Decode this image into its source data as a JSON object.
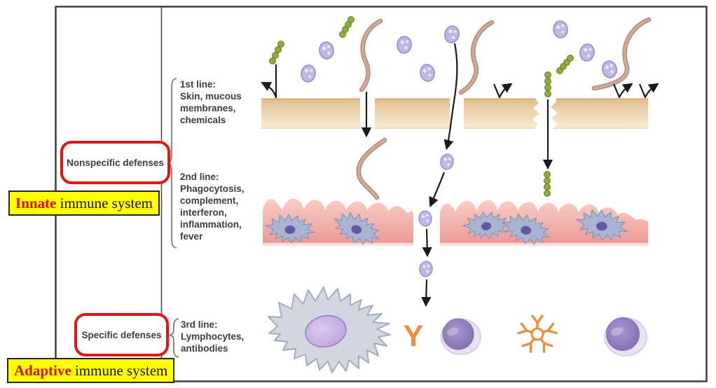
{
  "figure": {
    "defense_boxes": {
      "nonspecific": "Nonspecific defenses",
      "specific": "Specific defenses"
    },
    "system_labels": {
      "innate": {
        "highlight": "Innate",
        "rest": " immune system"
      },
      "adaptive": {
        "highlight": "Adaptive",
        "rest": " immune system"
      }
    },
    "lines": {
      "first": {
        "title": "1st line:",
        "items": [
          "Skin, mucous",
          "membranes,",
          "chemicals"
        ]
      },
      "second": {
        "title": "2nd line:",
        "items": [
          "Phagocytosis,",
          "complement,",
          "interferon,",
          "inflammation,",
          "fever"
        ]
      },
      "third": {
        "title": "3rd line:",
        "items": [
          "Lymphocytes,",
          "antibodies"
        ]
      }
    },
    "antibody_symbol": "Y",
    "colors": {
      "highlight_yellow": "#ffff00",
      "accent_red": "#e61515",
      "emphasis_text_red": "#e30b0b",
      "skin_tan": "#e2bd8c",
      "tissue_pink": "#ef9e99",
      "pathogen_purple": "#c1b7e3",
      "bacteria_green": "#92ad3e",
      "worm_brown": "#c29c8d",
      "phagocyte_blue": "#a9b4d2",
      "antibody_orange": "#ee8e3d",
      "lymphocyte_purple": "#8672b8",
      "macrophage_gray": "#d2d6e1",
      "frame_gray": "#3f3f3f"
    }
  }
}
